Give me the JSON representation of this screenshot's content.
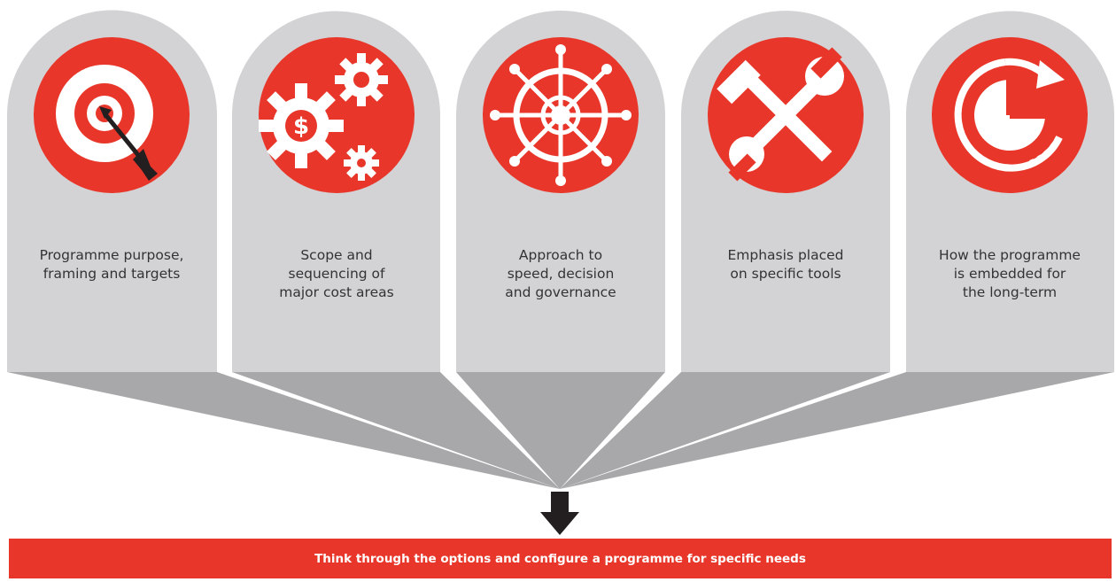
{
  "colors": {
    "card_gray": "#d3d3d5",
    "card_bottom_gray": "#dcdcde",
    "funnel_gray": "#a8a8aa",
    "accent_red": "#e8372a",
    "icon_white": "#ffffff",
    "arrow_dark": "#231f20",
    "text_dark": "#333333"
  },
  "cards": [
    {
      "icon": "target-icon",
      "label": "Programme purpose,\nframing and targets"
    },
    {
      "icon": "gears-dollar-icon",
      "label": "Scope and\nsequencing of\nmajor cost areas"
    },
    {
      "icon": "ship-wheel-icon",
      "label": "Approach to\nspeed, decision\nand governance"
    },
    {
      "icon": "hammer-wrench-icon",
      "label": "Emphasis placed\non specific tools"
    },
    {
      "icon": "pie-cycle-icon",
      "label": "How the programme\nis embedded for\nthe long-term"
    }
  ],
  "bottom_bar": {
    "text": "Think through the options and configure a programme for specific needs"
  },
  "down_arrow_icon": "arrow-down-icon"
}
